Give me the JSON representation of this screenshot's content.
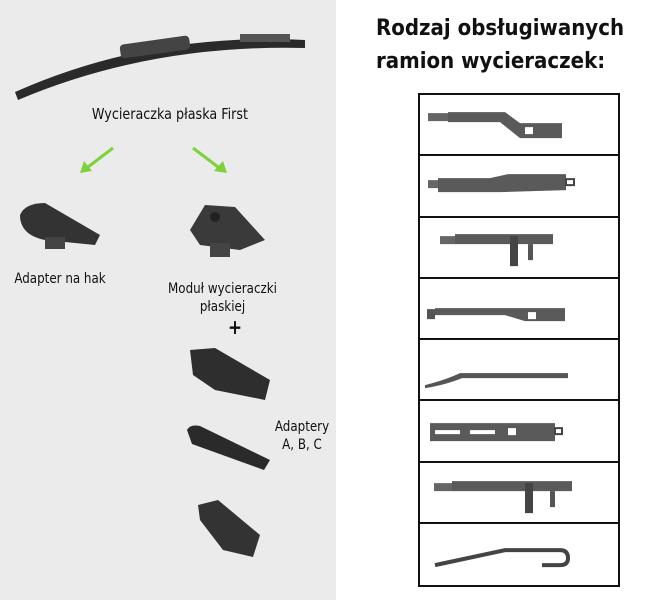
{
  "left_panel": {
    "blade_label": "Wycieraczka płaska First",
    "hook_adapter_label": "Adapter na hak",
    "module_label_line1": "Moduł wycieraczki",
    "module_label_line2": "płaskiej",
    "plus_sign": "+",
    "adapters_label_line1": "Adaptery",
    "adapters_label_line2": "A, B, C",
    "arrow_color": "#7dd23a"
  },
  "right_panel": {
    "title_line1": "Rodzaj obsługiwanych",
    "title_line2": "ramion wycieraczek:",
    "arm_types": [
      "bayonet-arm",
      "pin-arm",
      "side-pin-arm",
      "top-lock-arm",
      "hook-arm-small",
      "slotted-arm",
      "side-pin-arm-2",
      "hook-arm"
    ]
  }
}
